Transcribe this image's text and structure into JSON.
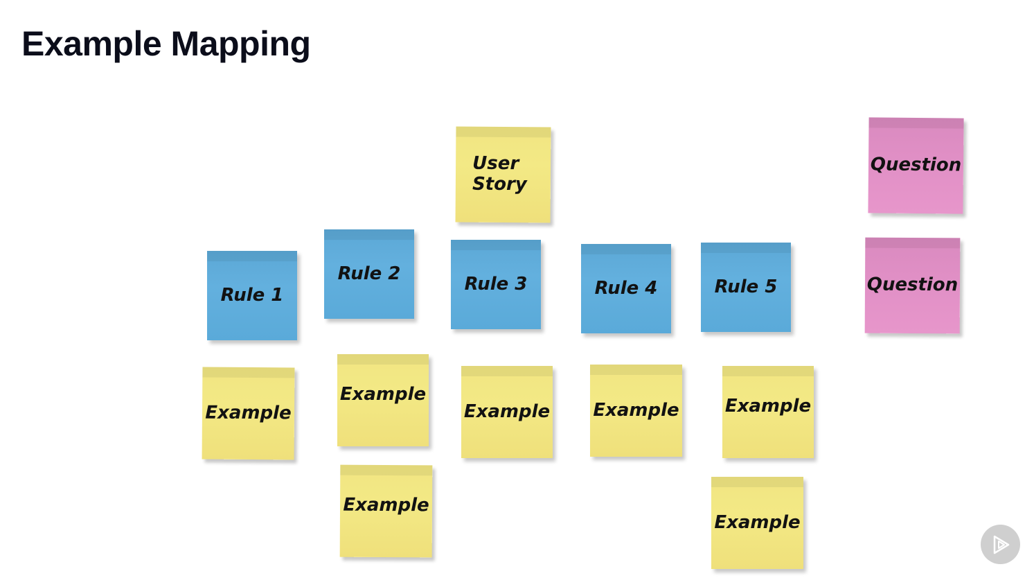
{
  "title": "Example Mapping",
  "colors": {
    "story": "#f3e985",
    "rule": "#63b0de",
    "question": "#e08fc5",
    "example": "#f3e985"
  },
  "story": {
    "label": "User\nStory"
  },
  "rules": [
    {
      "label": "Rule 1"
    },
    {
      "label": "Rule 2"
    },
    {
      "label": "Rule 3"
    },
    {
      "label": "Rule 4"
    },
    {
      "label": "Rule 5"
    }
  ],
  "questions": [
    {
      "label": "Question"
    },
    {
      "label": "Question"
    }
  ],
  "examples": [
    {
      "label": "Example"
    },
    {
      "label": "Example"
    },
    {
      "label": "Example"
    },
    {
      "label": "Example"
    },
    {
      "label": "Example"
    },
    {
      "label": "Example"
    },
    {
      "label": "Example"
    }
  ],
  "player": {
    "icon": "play-icon"
  }
}
